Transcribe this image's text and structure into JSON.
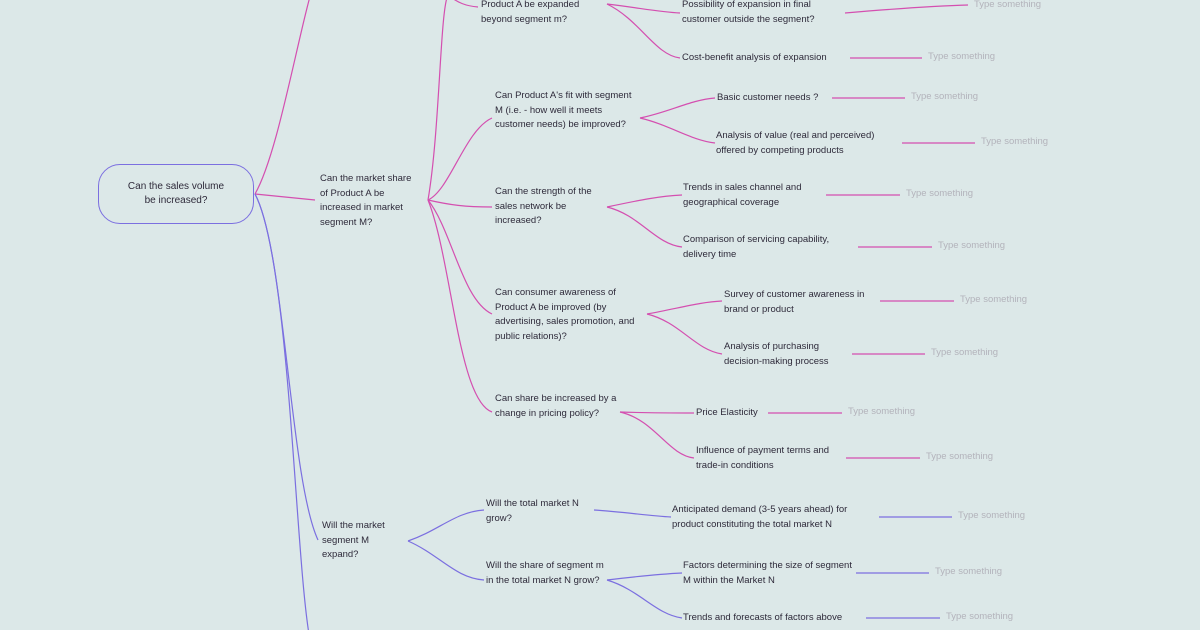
{
  "root": "Can the sales volume be increased?",
  "placeholder": "Type something",
  "level1": [
    "Can the market share of Product A be increased in market segment M?",
    "Will the market segment M expand?"
  ],
  "level2": [
    "Product A be expanded beyond segment m?",
    "Can Product A's fit with segment M (i.e. - how well it meets customer needs) be improved?",
    "Can the strength of the sales network be increased?",
    "Can consumer awareness of Product A be improved (by advertising, sales promotion, and public relations)?",
    "Can share be increased by a change in pricing policy?",
    "Will the total market N grow?",
    "Will the share of segment m in the total market N grow?"
  ],
  "level3": [
    "Possibility of expansion in final customer outside the segment?",
    "Cost-benefit analysis of expansion",
    "Basic customer needs ?",
    "Analysis of value (real and perceived) offered by competing products",
    "Trends in sales channel and geographical coverage",
    "Comparison of servicing capability, delivery time",
    "Survey of customer awareness in brand or product",
    "Analysis of purchasing decision-making process",
    "Price Elasticity",
    "Influence of payment terms and trade-in conditions",
    "Anticipated demand (3-5 years ahead) for product constituting the total market N",
    "Factors determining the size of segment M within the Market N",
    "Trends and forecasts of factors above"
  ],
  "colors": {
    "pink": "#d44fb0",
    "violet": "#7b6fe0",
    "placeholder": "#b3b3bb"
  }
}
